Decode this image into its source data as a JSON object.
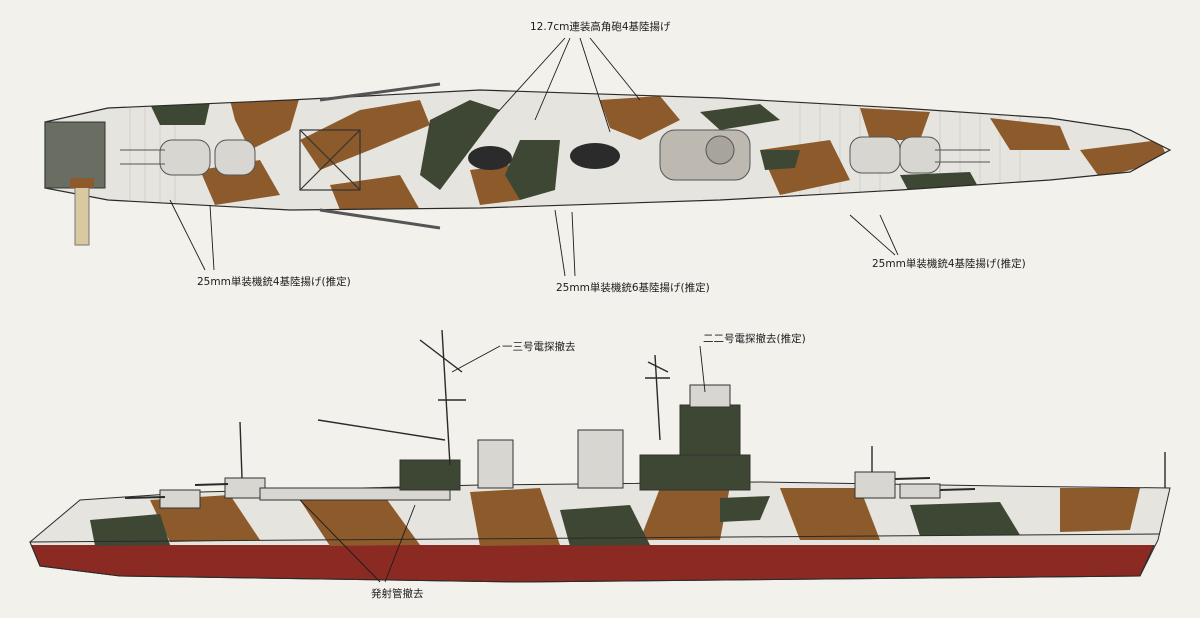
{
  "colors": {
    "paper": "#f3f1ec",
    "camo_light": "#e6e4de",
    "camo_brown": "#8c5a2b",
    "camo_dark": "#3e4634",
    "hull_red": "#8b2a22",
    "deck_grey": "#cfcdc7",
    "line": "#2a2a2a"
  },
  "labels": {
    "top_guns": "12.7cm連装高角砲4基陸揚げ",
    "top_left_aa": "25mm単装機銃4基陸揚げ(推定)",
    "top_mid_aa": "25mm単装機銃6基陸揚げ(推定)",
    "top_right_aa": "25mm単装機銃4基陸揚げ(推定)",
    "radar_13": "一三号電探撤去",
    "radar_22": "二二号電探撤去(推定)",
    "torpedo": "発射管撤去"
  }
}
